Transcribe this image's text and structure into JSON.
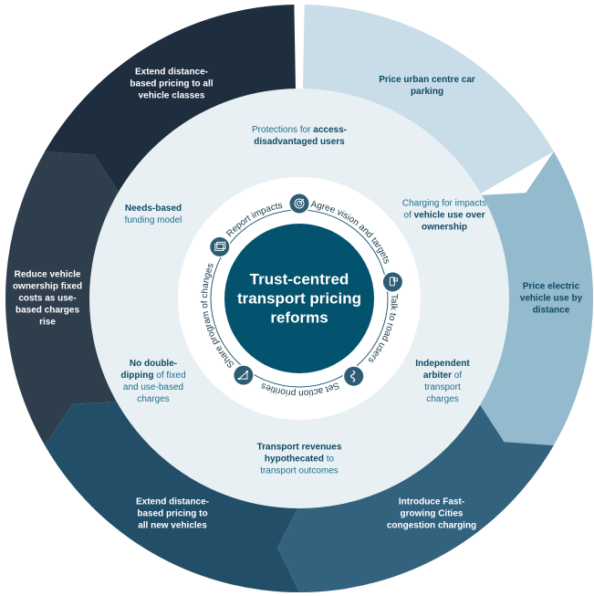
{
  "center": {
    "title": "Trust-centred transport pricing reforms"
  },
  "outer_segments": [
    {
      "text": "Price urban centre car parking",
      "color": "#c8dde8",
      "text_color": "#0f4a67"
    },
    {
      "text": "Price electric vehicle use by distance",
      "color": "#93bacd",
      "text_color": "#0f4a67"
    },
    {
      "text": "Introduce Fast-growing Cities congestion charging",
      "color": "#33627e",
      "text_color": "#ffffff"
    },
    {
      "text": "Extend distance-based pricing to all new vehicles",
      "color": "#224e68",
      "text_color": "#ffffff"
    },
    {
      "text": "Reduce vehicle ownership fixed costs as use-based charges rise",
      "color": "#2f3e4c",
      "text_color": "#ffffff"
    },
    {
      "text": "Extend distance-based pricing to all vehicle classes",
      "color": "#1f2e3f",
      "text_color": "#ffffff"
    }
  ],
  "middle_ring": [
    {
      "pre": "Protections for ",
      "bold": "access-disadvantaged users",
      "post": ""
    },
    {
      "pre": "Charging for impacts of ",
      "bold": "vehicle use over ownership",
      "post": ""
    },
    {
      "pre": "",
      "bold": "Independent arbiter",
      "post": " of transport charges"
    },
    {
      "pre": "",
      "bold": "Transport revenues hypothecated",
      "post": " to transport outcomes"
    },
    {
      "pre": "",
      "bold": "No double-dipping",
      "post": " of fixed and use-based charges"
    },
    {
      "pre": "",
      "bold": "Needs-based",
      "post": " funding model"
    }
  ],
  "cycle_steps": [
    {
      "label": "Agree vision and targets",
      "icon": "target-icon"
    },
    {
      "label": "Talk to road users",
      "icon": "phone-chat-icon"
    },
    {
      "label": "Set action priorities",
      "icon": "spiral-icon"
    },
    {
      "label": "Share program of changes",
      "icon": "network-triangle-icon"
    },
    {
      "label": "Report impacts",
      "icon": "report-stack-icon"
    }
  ],
  "colors": {
    "middle_ring": "#e8f0f4",
    "center": "#04536e",
    "icon_bg": "#2d5d75",
    "accent_text": "#0f4a67"
  }
}
